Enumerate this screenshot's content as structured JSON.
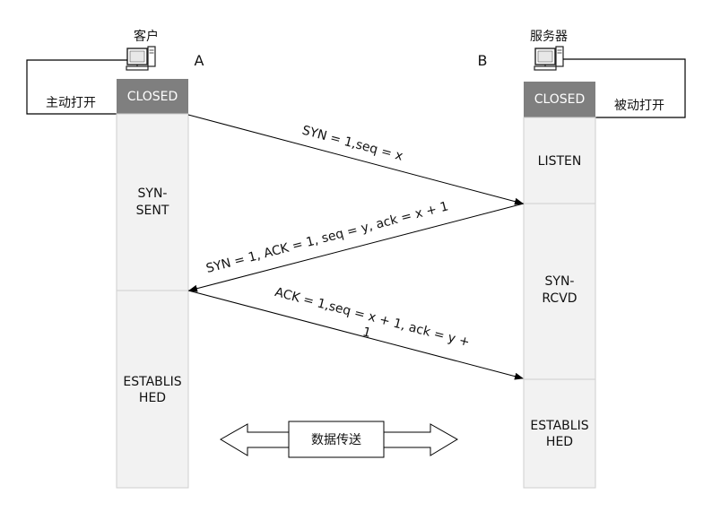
{
  "client": {
    "title": "客户",
    "letter": "A",
    "open_label": "主动打开",
    "states": {
      "closed": "CLOSED",
      "syn_sent_1": "SYN-",
      "syn_sent_2": "SENT",
      "established_1": "ESTABLIS",
      "established_2": "HED"
    }
  },
  "server": {
    "title": "服务器",
    "letter": "B",
    "open_label": "被动打开",
    "states": {
      "closed": "CLOSED",
      "listen": "LISTEN",
      "syn_rcvd_1": "SYN-",
      "syn_rcvd_2": "RCVD",
      "established_1": "ESTABLIS",
      "established_2": "HED"
    }
  },
  "messages": {
    "m1": "SYN = 1,seq = x",
    "m2": "SYN = 1, ACK = 1, seq = y, ack = x + 1",
    "m3_line1": "ACK = 1,seq = x + 1, ack = y +",
    "m3_line2": "1"
  },
  "transfer": {
    "label": "数据传送"
  },
  "colors": {
    "closed_fill": "#7f7f7f",
    "state_fill": "#f2f2f2",
    "state_border": "#cfcfcf",
    "line": "#000000"
  }
}
